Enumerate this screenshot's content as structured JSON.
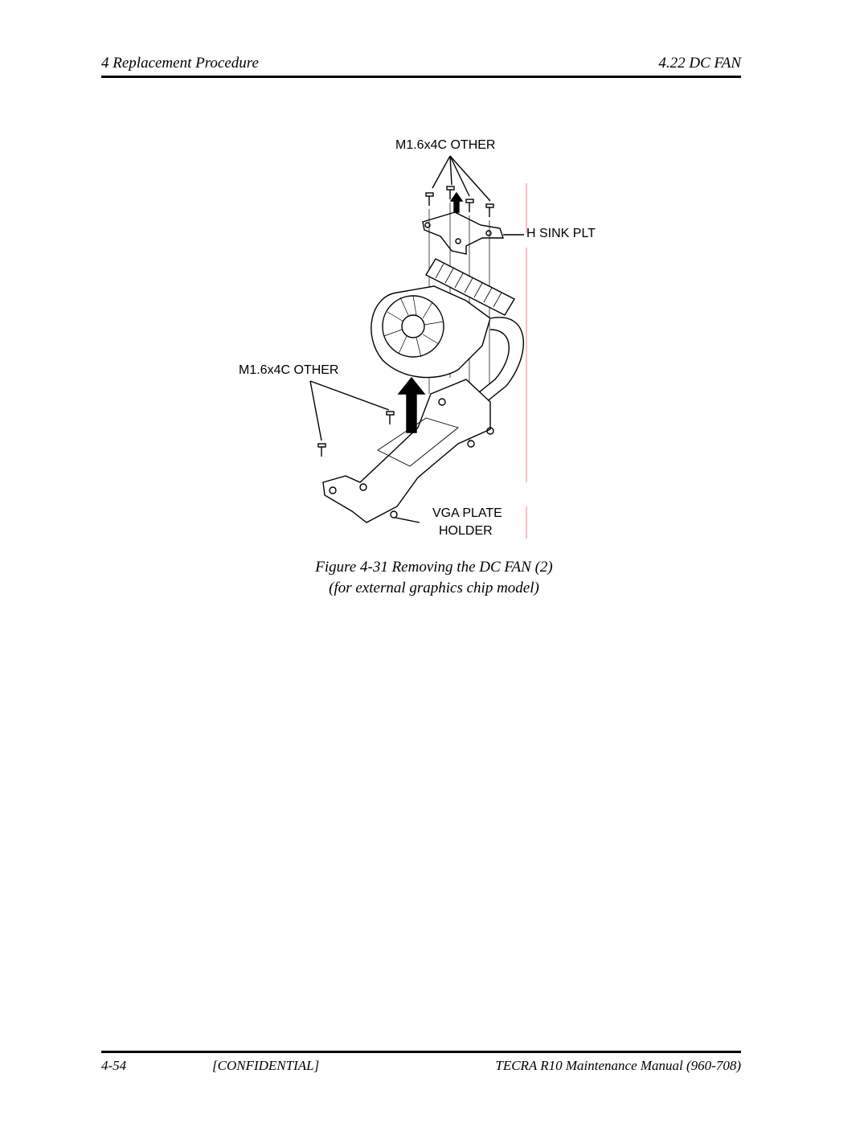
{
  "header": {
    "section": "4 Replacement Procedure",
    "topic": "4.22 DC FAN"
  },
  "figure": {
    "labels": {
      "screws_top": "M1.6x4C OTHER",
      "plate": "H SINK PLT",
      "screws_left": "M1.6x4C OTHER",
      "holder_line1": "VGA PLATE",
      "holder_line2": "HOLDER"
    },
    "caption_line1": "Figure 4-31 Removing the DC FAN (2)",
    "caption_line2": "(for external graphics chip model)"
  },
  "footer": {
    "page": "4-54",
    "confidential": "[CONFIDENTIAL]",
    "manual": "TECRA R10 Maintenance Manual (960-708)"
  }
}
